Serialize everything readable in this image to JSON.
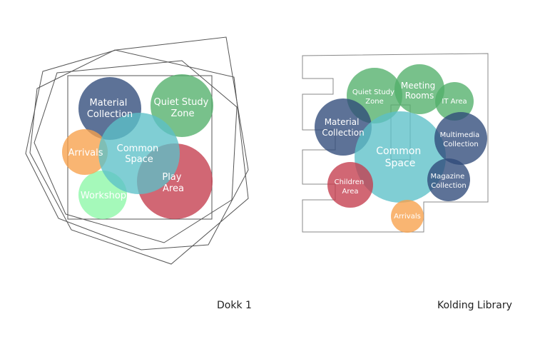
{
  "colors": {
    "navy": "#2F4A7A",
    "green": "#52B06A",
    "teal": "#5CC0C8",
    "orange": "#F7A04A",
    "red": "#C43C4D",
    "mint": "#8CF7A6",
    "outline": "#555555"
  },
  "dokk1": {
    "caption": "Dokk 1",
    "bubbles": {
      "material": {
        "l1": "Material",
        "l2": "Collection"
      },
      "quiet": {
        "l1": "Quiet Study",
        "l2": "Zone"
      },
      "common": {
        "l1": "Common",
        "l2": "Space"
      },
      "arrivals": {
        "l1": "Arrivals"
      },
      "play": {
        "l1": "Play",
        "l2": "Area"
      },
      "workshop": {
        "l1": "Workshop"
      }
    }
  },
  "kolding": {
    "caption": "Kolding Library",
    "bubbles": {
      "quiet": {
        "l1": "Quiet Study",
        "l2": "Zone"
      },
      "meeting": {
        "l1": "Meeting",
        "l2": "Rooms"
      },
      "it": {
        "l1": "IT Area"
      },
      "material": {
        "l1": "Material",
        "l2": "Collection"
      },
      "common": {
        "l1": "Common",
        "l2": "Space"
      },
      "multimedia": {
        "l1": "Multimedia",
        "l2": "Collection"
      },
      "children": {
        "l1": "Children",
        "l2": "Area"
      },
      "magazine": {
        "l1": "Magazine",
        "l2": "Collection"
      },
      "arrivals": {
        "l1": "Arrivals"
      }
    }
  }
}
